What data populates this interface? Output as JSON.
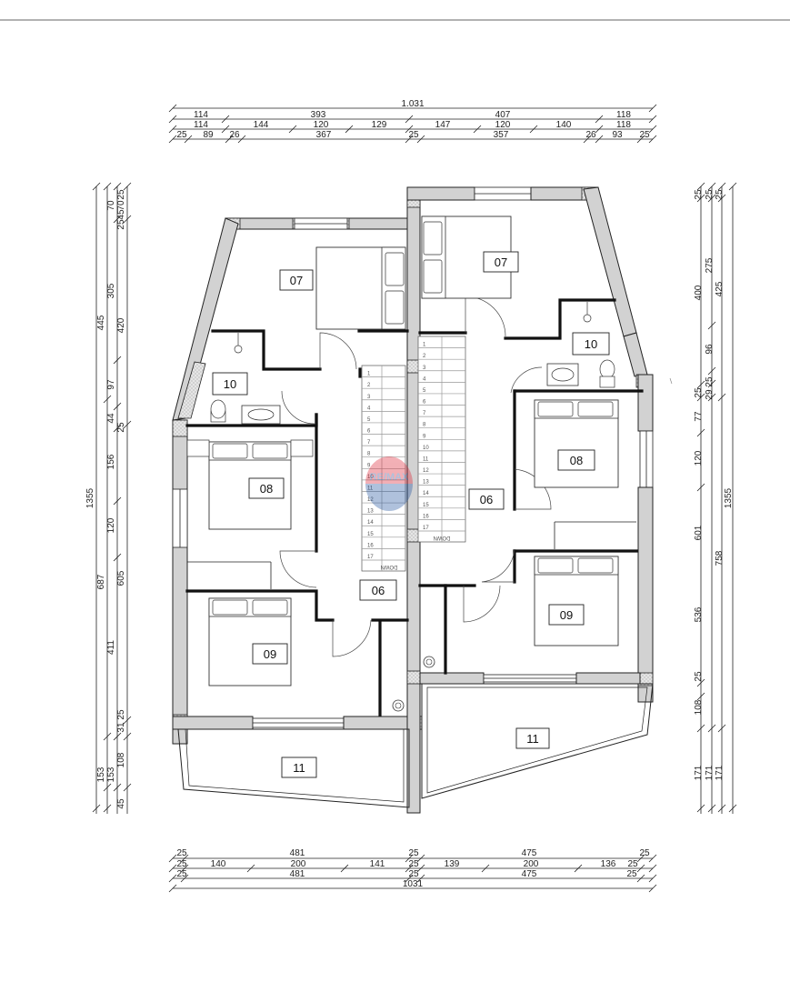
{
  "dimensions": {
    "top": {
      "total": "1.031",
      "row1": [
        "114",
        "393",
        "407",
        "118"
      ],
      "row2": [
        "114",
        "144",
        "120",
        "129",
        "147",
        "120",
        "140",
        "118"
      ],
      "row3": [
        "25",
        "89",
        "26",
        "367",
        "25",
        "357",
        "26",
        "93",
        "25"
      ]
    },
    "bottom": {
      "row1": [
        "25",
        "481",
        "25",
        "475",
        "25"
      ],
      "row2": [
        "25",
        "140",
        "200",
        "141",
        "25",
        "139",
        "200",
        "136",
        "25"
      ],
      "row3": [
        "25",
        "481",
        "25",
        "475",
        "25"
      ],
      "total": "1031"
    },
    "left": {
      "total": "1355",
      "col1": [
        "445",
        "687",
        "153",
        "45"
      ],
      "col2": [
        "70",
        "305",
        "97",
        "44",
        "156",
        "120",
        "605",
        "411",
        "153"
      ],
      "col3": [
        "70",
        "25",
        "420",
        "25",
        "31",
        "108"
      ],
      "col4": [
        "25",
        "45",
        "25"
      ]
    },
    "right": {
      "total": "1355",
      "col1": [
        "25",
        "400",
        "25",
        "77",
        "120",
        "601",
        "536",
        "25",
        "108",
        "171"
      ],
      "col2": [
        "25",
        "275",
        "96",
        "25",
        "29",
        "758",
        "171"
      ],
      "col3": [
        "25",
        "425",
        "171"
      ]
    }
  },
  "rooms": {
    "bedroom_left": "07",
    "bedroom_right": "07",
    "bath_left": "10",
    "bath_right": "10",
    "room08_left": "08",
    "room08_right": "08",
    "hall_left": "06",
    "hall_right": "06",
    "room09_left": "09",
    "room09_right": "09",
    "terrace_left": "11",
    "terrace_right": "11"
  },
  "stairs": {
    "left_numbers": [
      "1",
      "2",
      "3",
      "4",
      "5",
      "6",
      "7",
      "8",
      "9",
      "10",
      "11",
      "12",
      "13",
      "14",
      "15",
      "16",
      "17"
    ],
    "right_numbers": [
      "1",
      "2",
      "3",
      "4",
      "5",
      "6",
      "7",
      "8",
      "9",
      "10",
      "11",
      "12",
      "13",
      "14",
      "15",
      "16",
      "17"
    ],
    "left_label": "DOWN",
    "right_label": "DOWN"
  },
  "watermark": {
    "text": "RE/MAX",
    "colors": [
      "#dc1c2e",
      "#1c4f9c"
    ]
  }
}
